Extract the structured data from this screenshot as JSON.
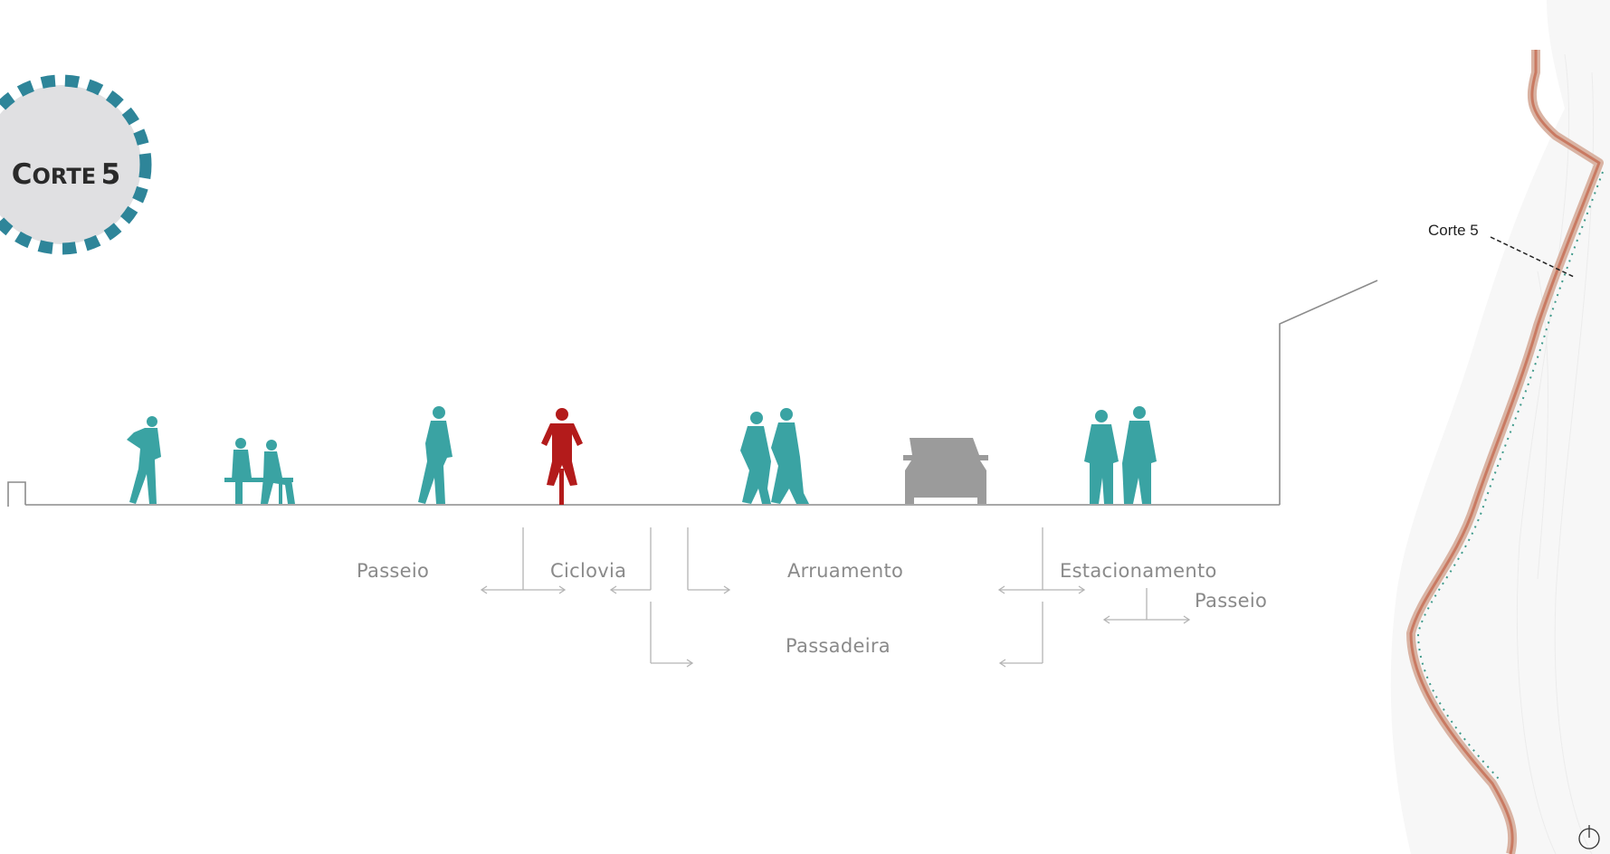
{
  "badge": {
    "title_initial": "C",
    "title_rest": "ORTE",
    "title_number": "5",
    "ring_color": "#2e8599",
    "fill_color": "#e0e0e2"
  },
  "section_labels": {
    "passeio_left": "Passeio",
    "ciclovia": "Ciclovia",
    "arruamento": "Arruamento",
    "estacionamento": "Estacionamento",
    "passeio_right": "Passeio",
    "passadeira": "Passadeira"
  },
  "map": {
    "cut_label": "Corte 5",
    "north_icon": "north-arrow-icon"
  },
  "colors": {
    "people": "#3aa3a3",
    "cyclist": "#b31b1b",
    "car": "#9b9b9b",
    "line": "#8c8c8c",
    "route": "#c97a62"
  }
}
